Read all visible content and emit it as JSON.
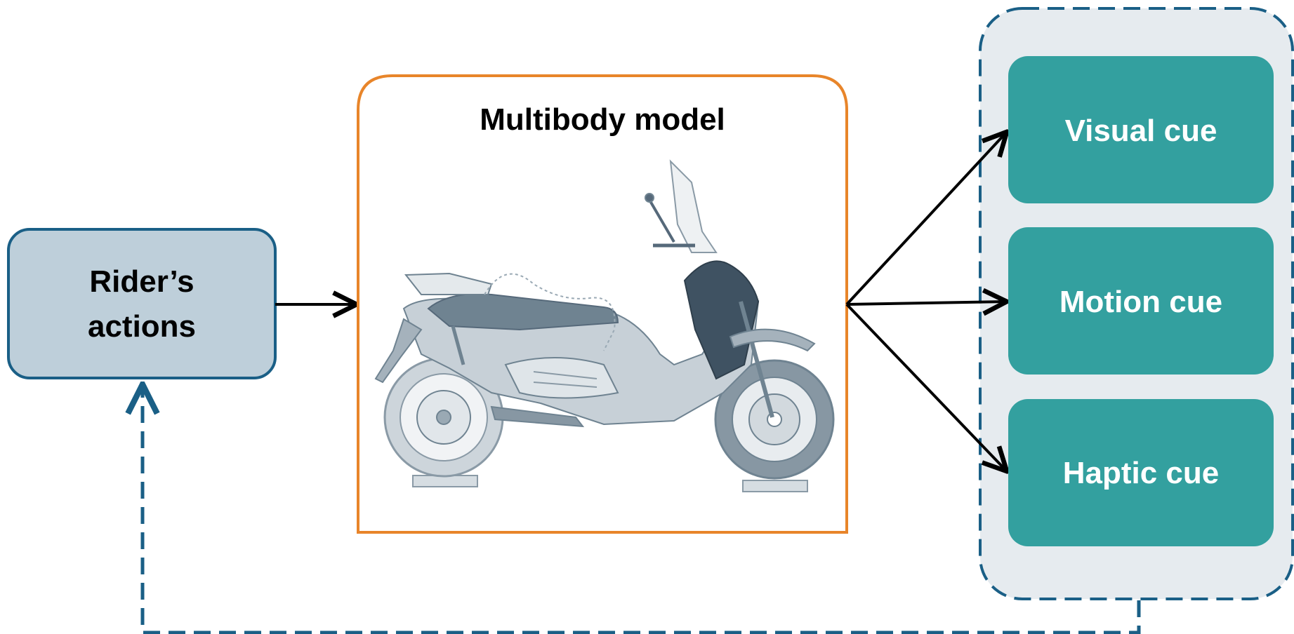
{
  "rider_box": {
    "line1": "Rider’s",
    "line2": "actions",
    "fill": "#becfda",
    "stroke": "#1a5f86"
  },
  "model_box": {
    "title": "Multibody model",
    "stroke": "#e8852a",
    "illustration": "motorcycle-scooter-drawing"
  },
  "cues_group": {
    "fill": "#e6ebef",
    "stroke": "#1a5f86",
    "cue_fill": "#33a09f",
    "items": [
      {
        "label": "Visual cue"
      },
      {
        "label": "Motion cue"
      },
      {
        "label": "Haptic cue"
      }
    ]
  },
  "colors": {
    "arrow": "#000000",
    "feedback": "#1a5f86",
    "text_dark": "#000000",
    "text_light": "#ffffff"
  }
}
